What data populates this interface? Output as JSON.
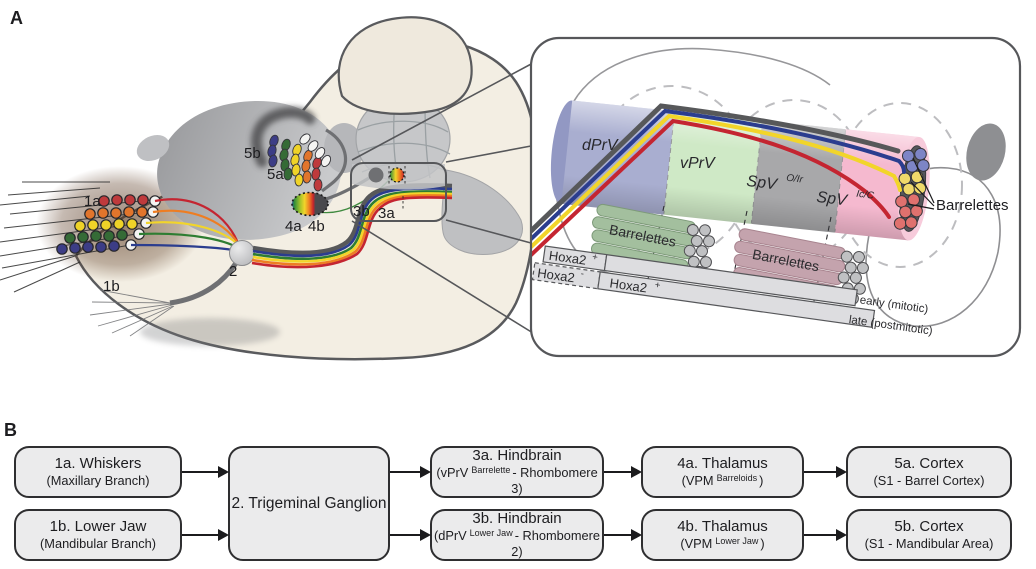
{
  "palette": {
    "row_red": "#bf3a3c",
    "row_orange": "#e1752c",
    "row_yellow": "#efd328",
    "row_green": "#356b36",
    "row_blue": "#3c3d86",
    "stripe_gray": "#57585a",
    "stripe_blue": "#2b3d8f",
    "stripe_green": "#2e7d32",
    "stripe_yellow": "#f2d52a",
    "stripe_orange": "#ee7d22",
    "stripe_red": "#c42531",
    "dprv": "#a9aed0",
    "vprv": "#cfe9c6",
    "spv_oir": "#a8a8aa",
    "spv_icc": "#f5b9cf",
    "barrelette_green": "#a3bf9e",
    "barrelette_pink": "#c4a3ad",
    "cap_blue": "#7d85c6",
    "cap_yellow": "#f0d96a",
    "cap_red": "#e0716e"
  },
  "panelA": {
    "label": "A",
    "markers": {
      "whiskers": "1a",
      "lower_jaw": "1b",
      "ganglion": "2",
      "hindbrain_b": "3b",
      "hindbrain_a": "3a",
      "thalamus_a": "4a",
      "thalamus_b": "4b",
      "cortex_a": "5a",
      "cortex_b": "5b"
    },
    "inset": {
      "dprv": "dPrV",
      "vprv": "vPrV",
      "spv_oir": "SpV",
      "spv_oir_sup": "O/Ir",
      "spv_icc": "SpV",
      "spv_icc_sup": "Ic/C",
      "barrelettes_green": "Barrelettes",
      "barrelettes_pink": "Barrelettes",
      "barrelettes_pointer": "Barrelettes",
      "hoxa2_early": {
        "gene": "Hoxa2",
        "sign": "+"
      },
      "hoxa2_neg": {
        "gene": "Hoxa2",
        "sign": "-"
      },
      "hoxa2_late": {
        "gene": "Hoxa2",
        "sign": "+"
      },
      "timing_early": "early (mitotic)",
      "timing_late": "late (postmitotic)"
    }
  },
  "panelB": {
    "label": "B",
    "boxes": [
      {
        "id": "1a",
        "line1": "1a. Whiskers",
        "line2": "(Maxillary Branch)"
      },
      {
        "id": "1b",
        "line1": "1b. Lower Jaw",
        "line2": "(Mandibular Branch)"
      },
      {
        "id": "2",
        "line1": "2. Trigeminal Ganglion"
      },
      {
        "id": "3a",
        "line1": "3a. Hindbrain",
        "line2_pre": "(vPrV",
        "line2_sup": "Barrelette",
        "line2_post": "- Rhombomere 3)"
      },
      {
        "id": "3b",
        "line1": "3b. Hindbrain",
        "line2_pre": "(dPrV",
        "line2_sup": "Lower Jaw",
        "line2_post": "- Rhombomere 2)"
      },
      {
        "id": "4a",
        "line1": "4a. Thalamus",
        "line2_pre": "(VPM",
        "line2_sup": "Barreloids",
        "line2_post": ")"
      },
      {
        "id": "4b",
        "line1": "4b. Thalamus",
        "line2_pre": "(VPM",
        "line2_sup": "Lower Jaw",
        "line2_post": ")"
      },
      {
        "id": "5a",
        "line1": "5a. Cortex",
        "line2": "(S1 - Barrel Cortex)"
      },
      {
        "id": "5b",
        "line1": "5b. Cortex",
        "line2": "(S1 - Mandibular Area)"
      }
    ]
  }
}
